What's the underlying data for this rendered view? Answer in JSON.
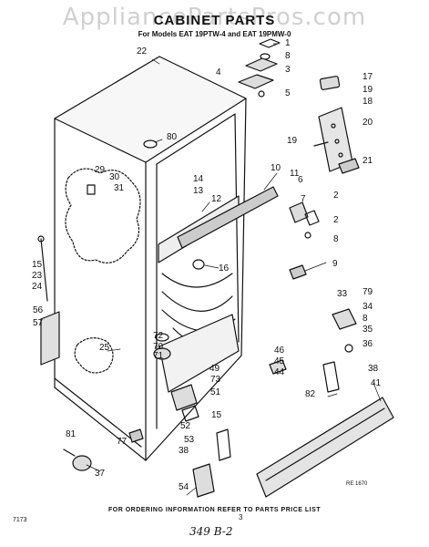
{
  "watermark": "AppliancePartsPros.com",
  "title": "CABINET PARTS",
  "subtitle": "For Models EAT 19PTW-4 and EAT 19PMW-0",
  "footer": "FOR ORDERING INFORMATION REFER TO PARTS PRICE LIST",
  "page_number": "7173",
  "small_mark": "3",
  "diagram_code": "RE 1670",
  "handwritten_note": "349 B-2",
  "callouts": [
    "1",
    "8",
    "3",
    "4",
    "5",
    "22",
    "17",
    "19",
    "18",
    "20",
    "80",
    "19",
    "21",
    "10",
    "11",
    "6",
    "2",
    "7",
    "2",
    "8",
    "14",
    "13",
    "12",
    "29",
    "30",
    "31",
    "16",
    "9",
    "15",
    "23",
    "24",
    "33",
    "79",
    "34",
    "8",
    "35",
    "36",
    "56",
    "57",
    "72",
    "70",
    "71",
    "25",
    "46",
    "45",
    "44",
    "38",
    "41",
    "49",
    "82",
    "73",
    "51",
    "15",
    "52",
    "77",
    "53",
    "81",
    "38",
    "37",
    "54"
  ]
}
